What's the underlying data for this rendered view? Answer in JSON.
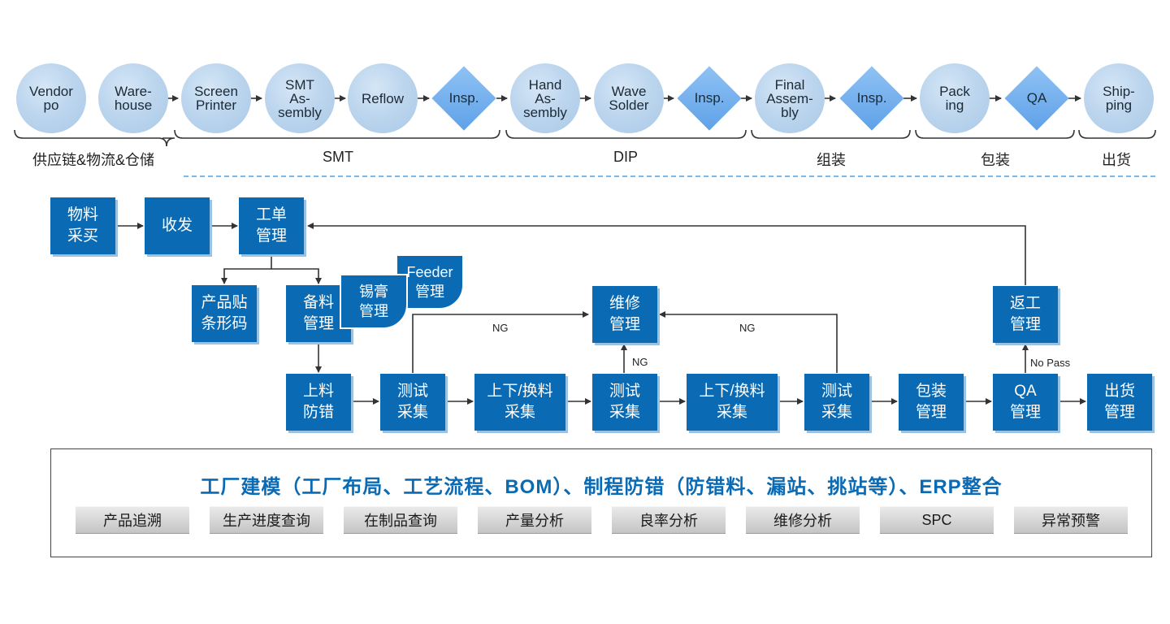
{
  "top_flow": {
    "circles": [
      {
        "id": "vendor",
        "label": "Vendor\npo"
      },
      {
        "id": "warehouse",
        "label": "Ware-\nhouse"
      },
      {
        "id": "screen-printer",
        "label": "Screen\nPrinter"
      },
      {
        "id": "smt-assembly",
        "label": "SMT\nAs-\nsembly"
      },
      {
        "id": "reflow",
        "label": "Reflow"
      },
      {
        "id": "hand-assembly",
        "label": "Hand\nAs-\nsembly"
      },
      {
        "id": "wave-solder",
        "label": "Wave\nSolder"
      },
      {
        "id": "final-assembly",
        "label": "Final\nAssem-\nbly"
      },
      {
        "id": "pack",
        "label": "Pack\ning"
      },
      {
        "id": "shipping",
        "label": "Ship-\nping"
      }
    ],
    "diamonds": [
      {
        "id": "insp-1",
        "label": "Insp."
      },
      {
        "id": "insp-2",
        "label": "Insp."
      },
      {
        "id": "insp-3",
        "label": "Insp."
      },
      {
        "id": "qa",
        "label": "QA"
      }
    ],
    "groups": [
      {
        "id": "supply",
        "label": "供应链&物流&仓储"
      },
      {
        "id": "smt",
        "label": "SMT"
      },
      {
        "id": "dip",
        "label": "DIP"
      },
      {
        "id": "assembly",
        "label": "组装"
      },
      {
        "id": "packaging",
        "label": "包装"
      },
      {
        "id": "shipment",
        "label": "出货"
      }
    ]
  },
  "mes_flow": {
    "boxes": {
      "material_purchase": "物料\n采买",
      "receiving": "收发",
      "work_order": "工单\n管理",
      "product_label": "产品贴\n条形码",
      "material_prep": "备料\n管理",
      "solder_paste": "锡膏\n管理",
      "feeder": "Feeder\n管理",
      "loading": "上料\n防错",
      "test_1": "测试\n采集",
      "changeover_1": "上下/换料\n采集",
      "test_2": "测试\n采集",
      "changeover_2": "上下/换料\n采集",
      "test_3": "测试\n采集",
      "packing": "包装\n管理",
      "qa": "QA\n管理",
      "shipping": "出货\n管理",
      "repair": "维修\n管理",
      "rework": "返工\n管理"
    },
    "labels": {
      "ng_left": "NG",
      "ng_up": "NG",
      "ng_right": "NG",
      "no_pass": "No Pass"
    }
  },
  "panel": {
    "title": "工厂建模（工厂布局、工艺流程、BOM）、制程防错（防错料、漏站、挑站等）、ERP整合",
    "tags": [
      "产品追溯",
      "生产进度查询",
      "在制品查询",
      "产量分析",
      "良率分析",
      "维修分析",
      "SPC",
      "异常预警"
    ]
  },
  "colors": {
    "box": "#0a6ab4",
    "circle": "#bdd6ee",
    "diamond": "#6aaaec",
    "title": "#0a6ab4"
  }
}
